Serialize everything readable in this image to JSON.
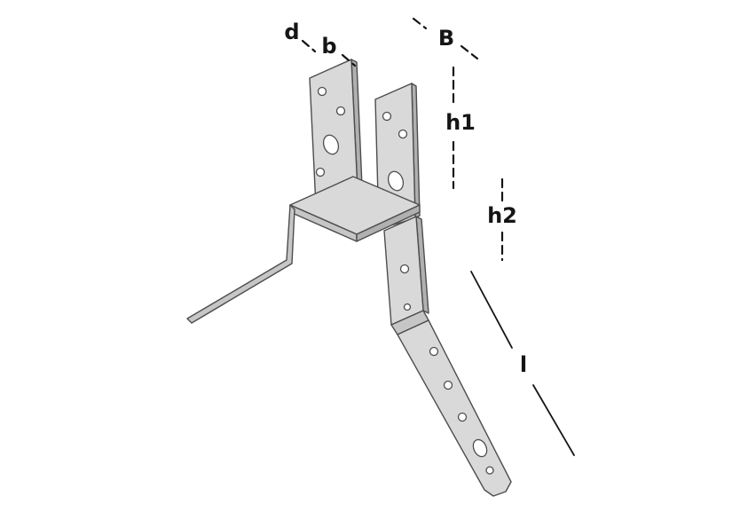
{
  "diagram": {
    "labels": {
      "d": "d",
      "b": "b",
      "B": "B",
      "h1": "h1",
      "h2": "h2",
      "l": "l"
    },
    "colors": {
      "background": "#ffffff",
      "metal_light": "#d9d9d9",
      "metal_mid": "#c6c6c6",
      "metal_dark": "#b0b0b0",
      "outline": "#4d4d4d",
      "dimension": "#151515"
    }
  }
}
